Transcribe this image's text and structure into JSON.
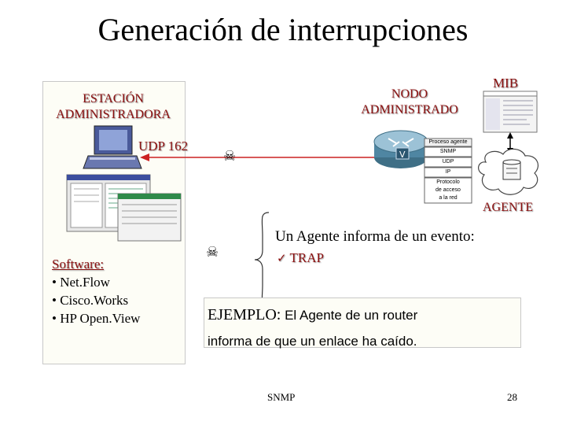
{
  "title": "Generación de interrupciones",
  "station": {
    "line1": "ESTACIÓN",
    "line2": "ADMINISTRADORA"
  },
  "node": {
    "line1": "NODO",
    "line2": "ADMINISTRADO"
  },
  "mib": "MIB",
  "agente": "AGENTE",
  "udp": "UDP 162",
  "stack": [
    "Proceso agente",
    "SNMP",
    "UDP",
    "IP",
    "Protocolo",
    "de acceso",
    "a la red"
  ],
  "software": {
    "heading": "Software:",
    "items": [
      "Net.Flow",
      "Cisco.Works",
      "HP Open.View"
    ]
  },
  "agent_event": "Un Agente informa de un evento:",
  "trap": "TRAP",
  "example": {
    "label": "EJEMPLO:",
    "text1": "El Agente de un router",
    "text2": "informa de que un enlace ha caído."
  },
  "footer": {
    "left": "SNMP",
    "page": "28"
  },
  "icons": [
    "skull-icon",
    "computer-icon",
    "router-icon",
    "database-icon",
    "document-icon"
  ]
}
